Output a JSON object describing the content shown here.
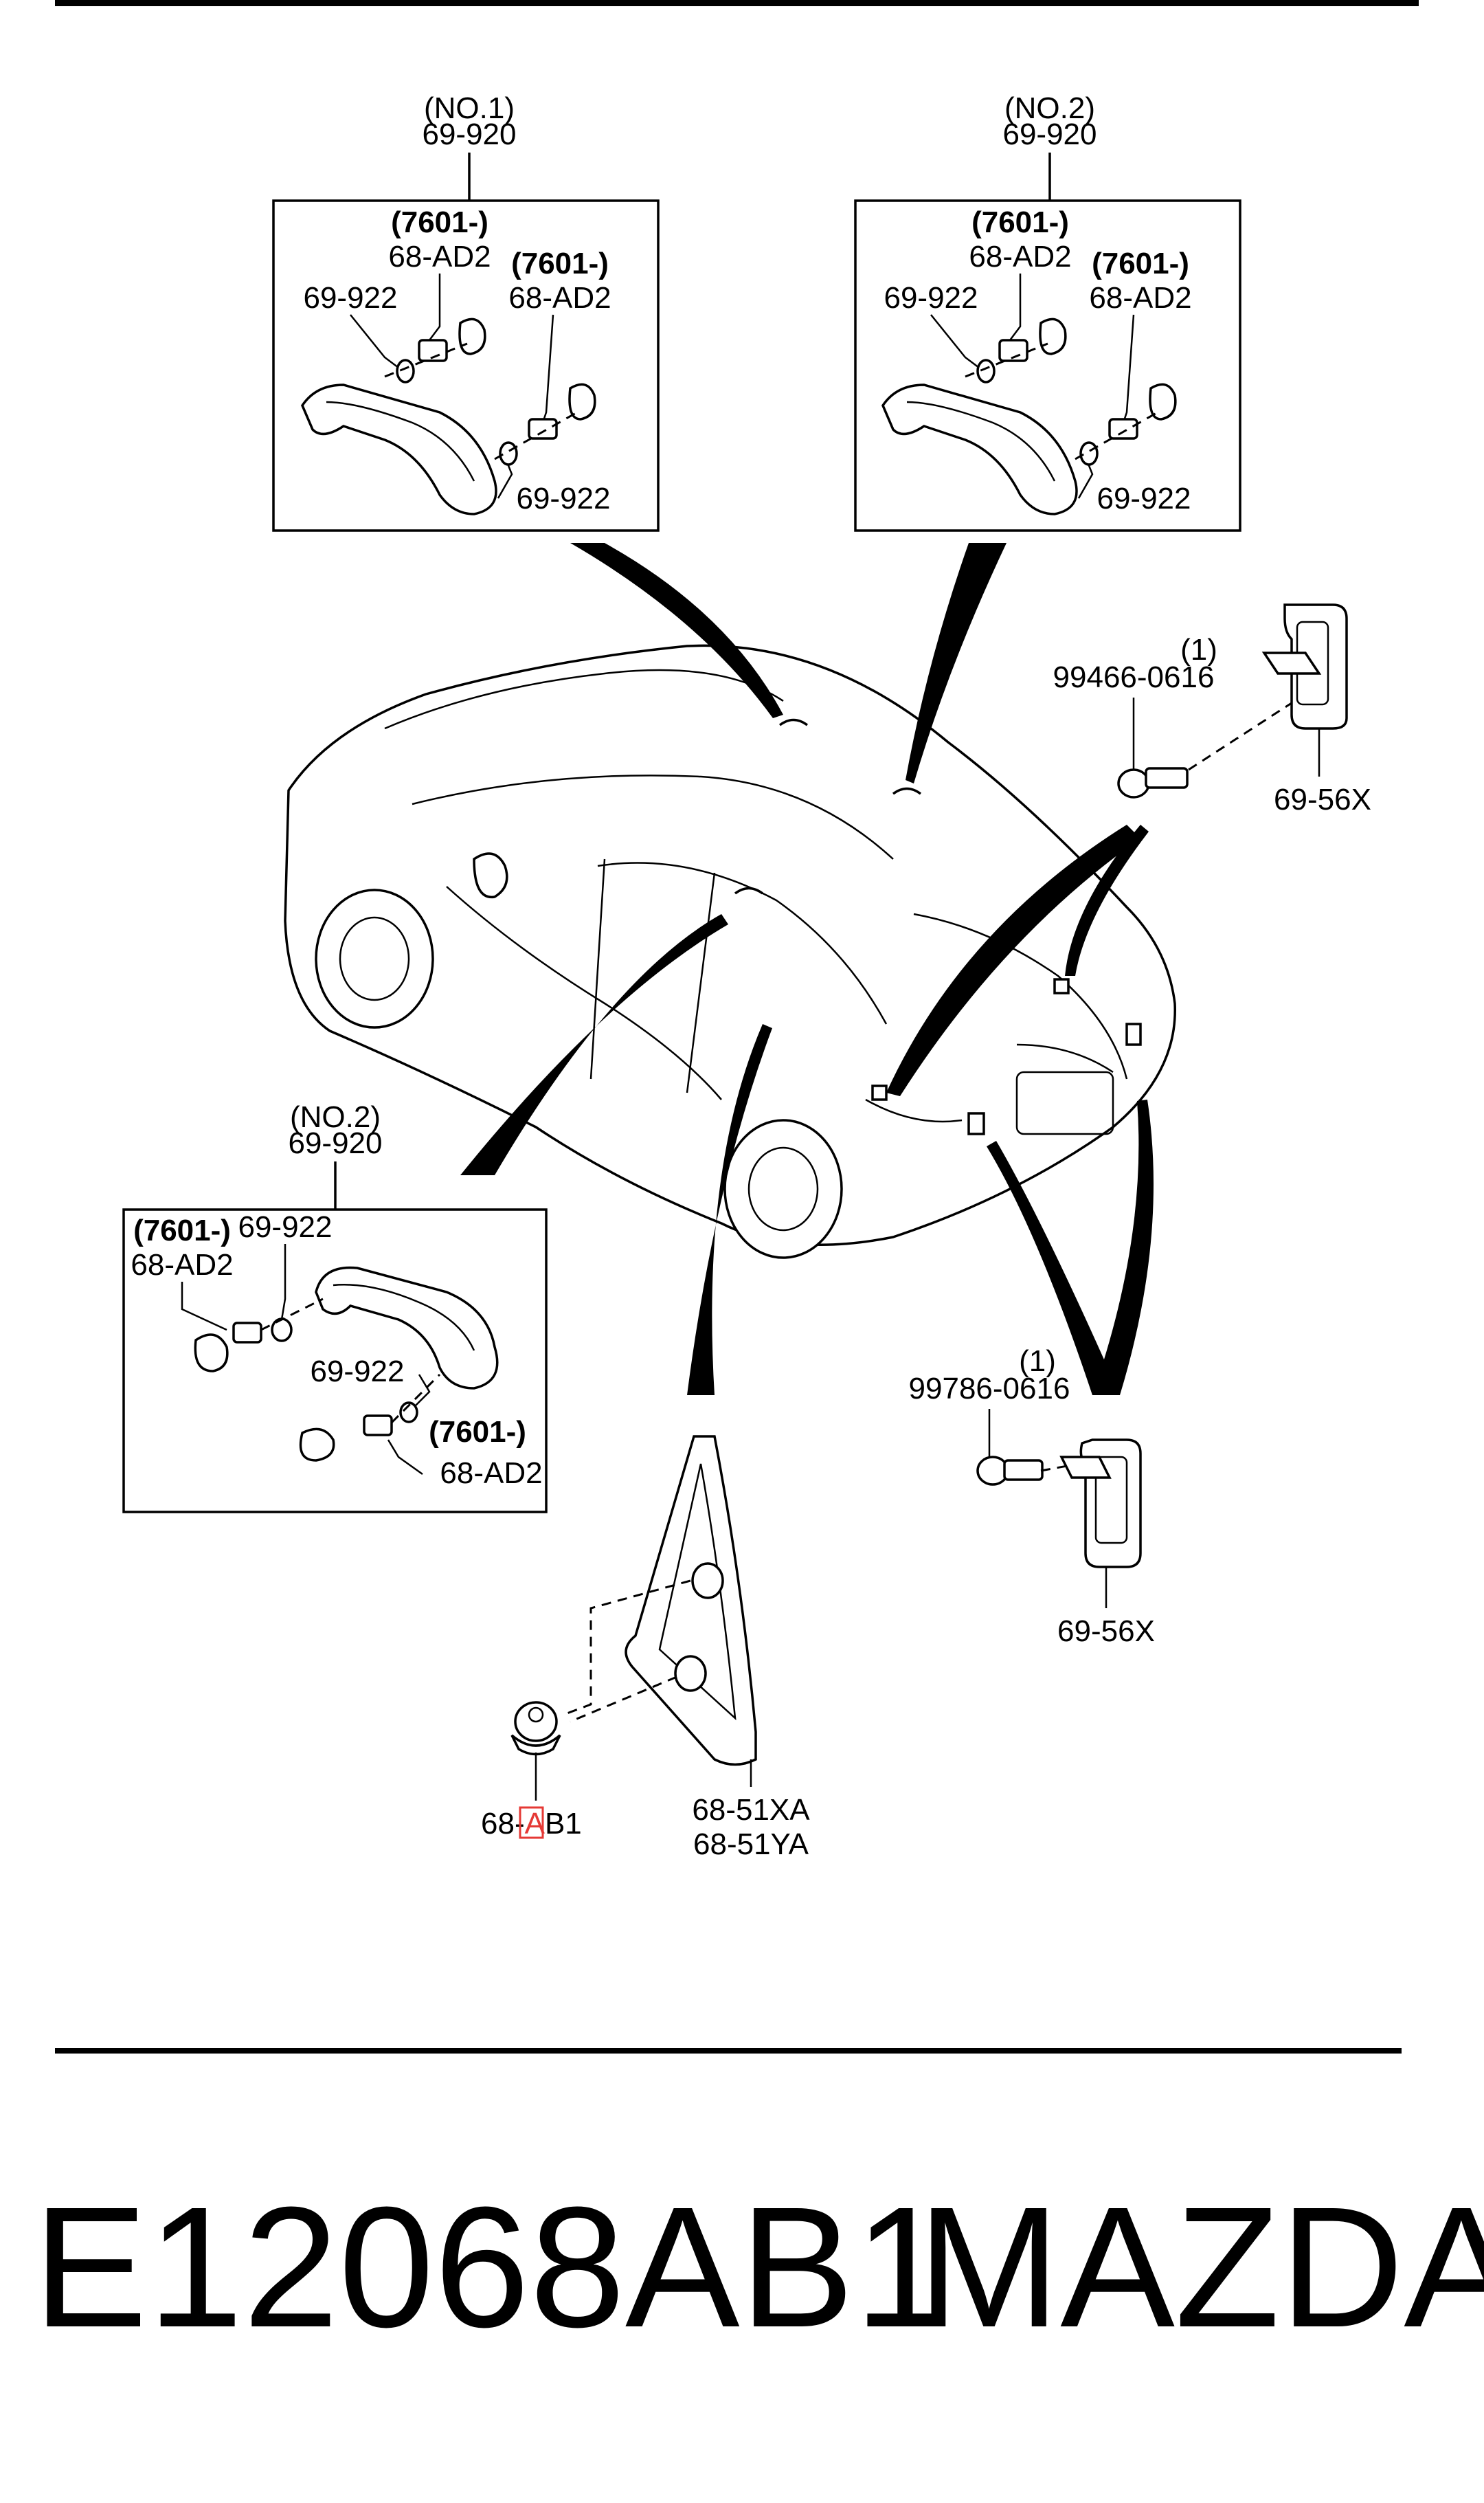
{
  "boxes": {
    "box_front": {
      "tag": "(NO.1)",
      "part": "69-920",
      "labels": {
        "a": "(7601-)",
        "b": "68-AD2",
        "c": "(7601-)",
        "d": "68-AD2",
        "e": "69-922",
        "f": "69-922"
      }
    },
    "box_rear_top": {
      "tag": "(NO.2)",
      "part": "69-920",
      "labels": {
        "a": "(7601-)",
        "b": "68-AD2",
        "c": "(7601-)",
        "d": "68-AD2",
        "e": "69-922",
        "f": "69-922"
      }
    },
    "box_left": {
      "tag": "(NO.2)",
      "part": "69-920",
      "labels": {
        "a": "(7601-)",
        "b": "68-AD2",
        "c": "69-922",
        "d": "69-922",
        "e": "(7601-)",
        "f": "68-AD2"
      }
    }
  },
  "callouts": {
    "hook_upper_qty": "(1)",
    "hook_upper_bolt": "99466-0616",
    "hook_upper_part": "69-56X",
    "hook_lower_qty": "(1)",
    "hook_lower_bolt": "99786-0616",
    "hook_lower_part": "69-56X",
    "clip_prefix": "68-",
    "clip_highlight": "A",
    "clip_suffix": "B1",
    "trim_part_1": "68-51XA",
    "trim_part_2": "68-51YA"
  },
  "footer": {
    "part_number": "E12068AB1",
    "brand": "MAZDA"
  },
  "colors": {
    "ink": "#000000",
    "paper": "#ffffff",
    "highlight": "#e53935"
  }
}
